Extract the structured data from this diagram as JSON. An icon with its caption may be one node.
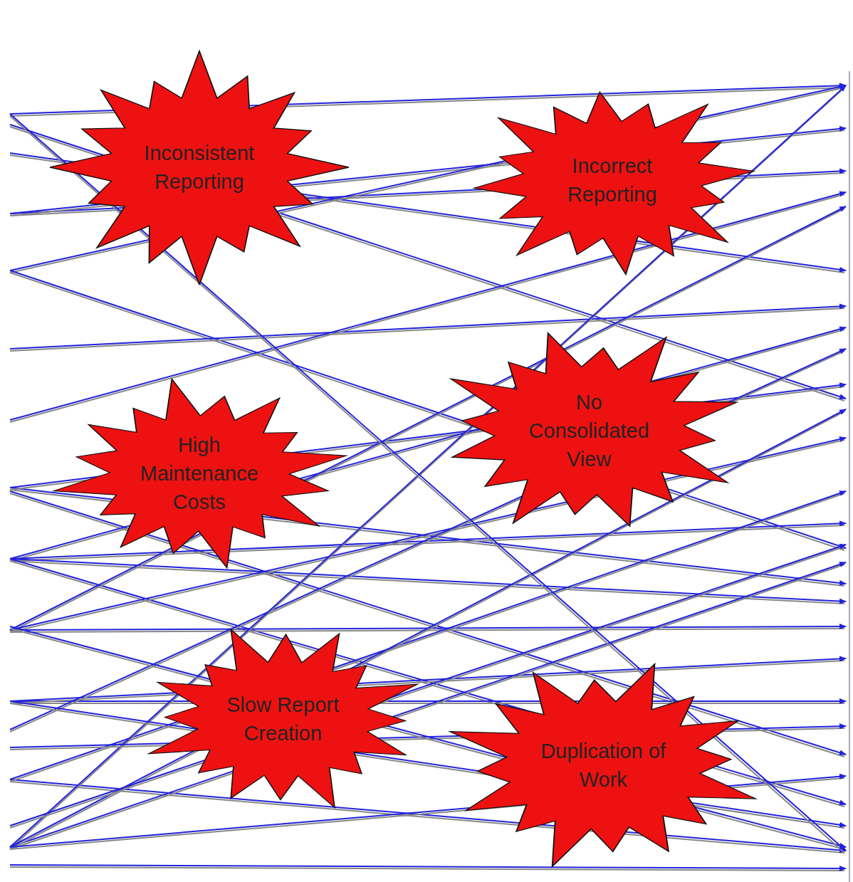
{
  "diagram": {
    "nodes": [
      {
        "text": [
          "Inconsistent Reporting"
        ]
      },
      {
        "text": [
          "Incorrect Reporting"
        ]
      },
      {
        "text": [
          "High Maintenance Costs"
        ]
      },
      {
        "text": [
          "No Consolidated View"
        ]
      },
      {
        "text": [
          "Slow Report Creation"
        ]
      },
      {
        "text": [
          "Duplication of Work"
        ]
      }
    ]
  }
}
